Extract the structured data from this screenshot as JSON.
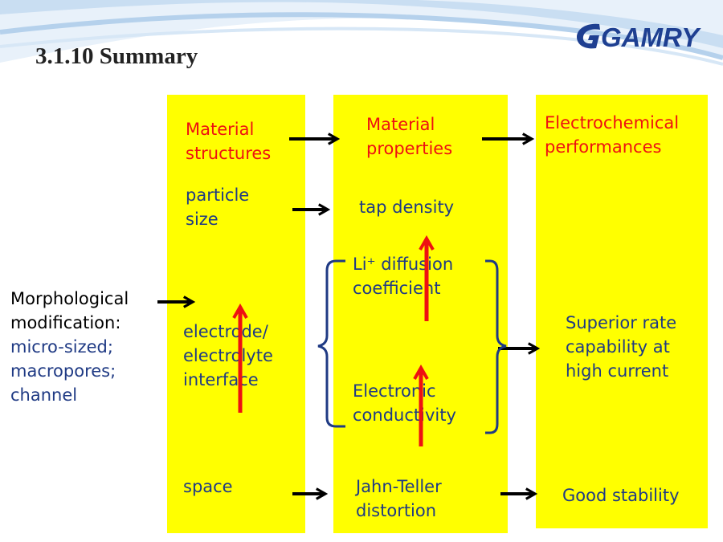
{
  "slide": {
    "title": "3.1.10 Summary",
    "logo_text": "GAMRY"
  },
  "columns": {
    "structures": {
      "header": "Material\nstructures",
      "item_particle_size": "particle\nsize",
      "item_interface": "electrode/\nelectrolyte\ninterface",
      "item_space": "space"
    },
    "properties": {
      "header": "Material\nproperties",
      "item_tap_density": "tap density",
      "item_li_diffusion": "Li⁺ diffusion\ncoefficient",
      "item_conductivity": "Electronic\nconductivity",
      "item_jahn_teller": "Jahn-Teller\ndistortion"
    },
    "performances": {
      "header": "Electrochemical\nperformances",
      "item_rate": "Superior rate\ncapability at\nhigh current",
      "item_stability": "Good stability"
    }
  },
  "side_note": {
    "line_1": "Morphological\nmodification:",
    "line_2": "micro-sized;\nmacropores;\nchannel"
  },
  "colors": {
    "column_fill": "#ffff00",
    "header_text": "#ee1111",
    "body_text": "#1f3a84",
    "arrow_black": "#000000",
    "arrow_red": "#ee1111",
    "brace": "#1f3a84"
  }
}
